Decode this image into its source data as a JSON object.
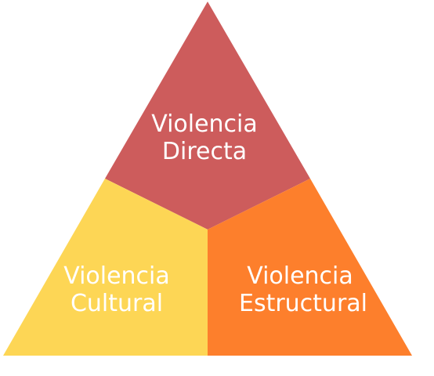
{
  "diagram": {
    "segments": [
      {
        "id": "directa",
        "lines": [
          "Violencia",
          "Directa"
        ],
        "color": "#cd5c5c"
      },
      {
        "id": "cultural",
        "lines": [
          "Violencia",
          "Cultural"
        ],
        "color": "#fdd655"
      },
      {
        "id": "estructural",
        "lines": [
          "Violencia",
          "Estructural"
        ],
        "color": "#fd7f2c"
      }
    ]
  }
}
